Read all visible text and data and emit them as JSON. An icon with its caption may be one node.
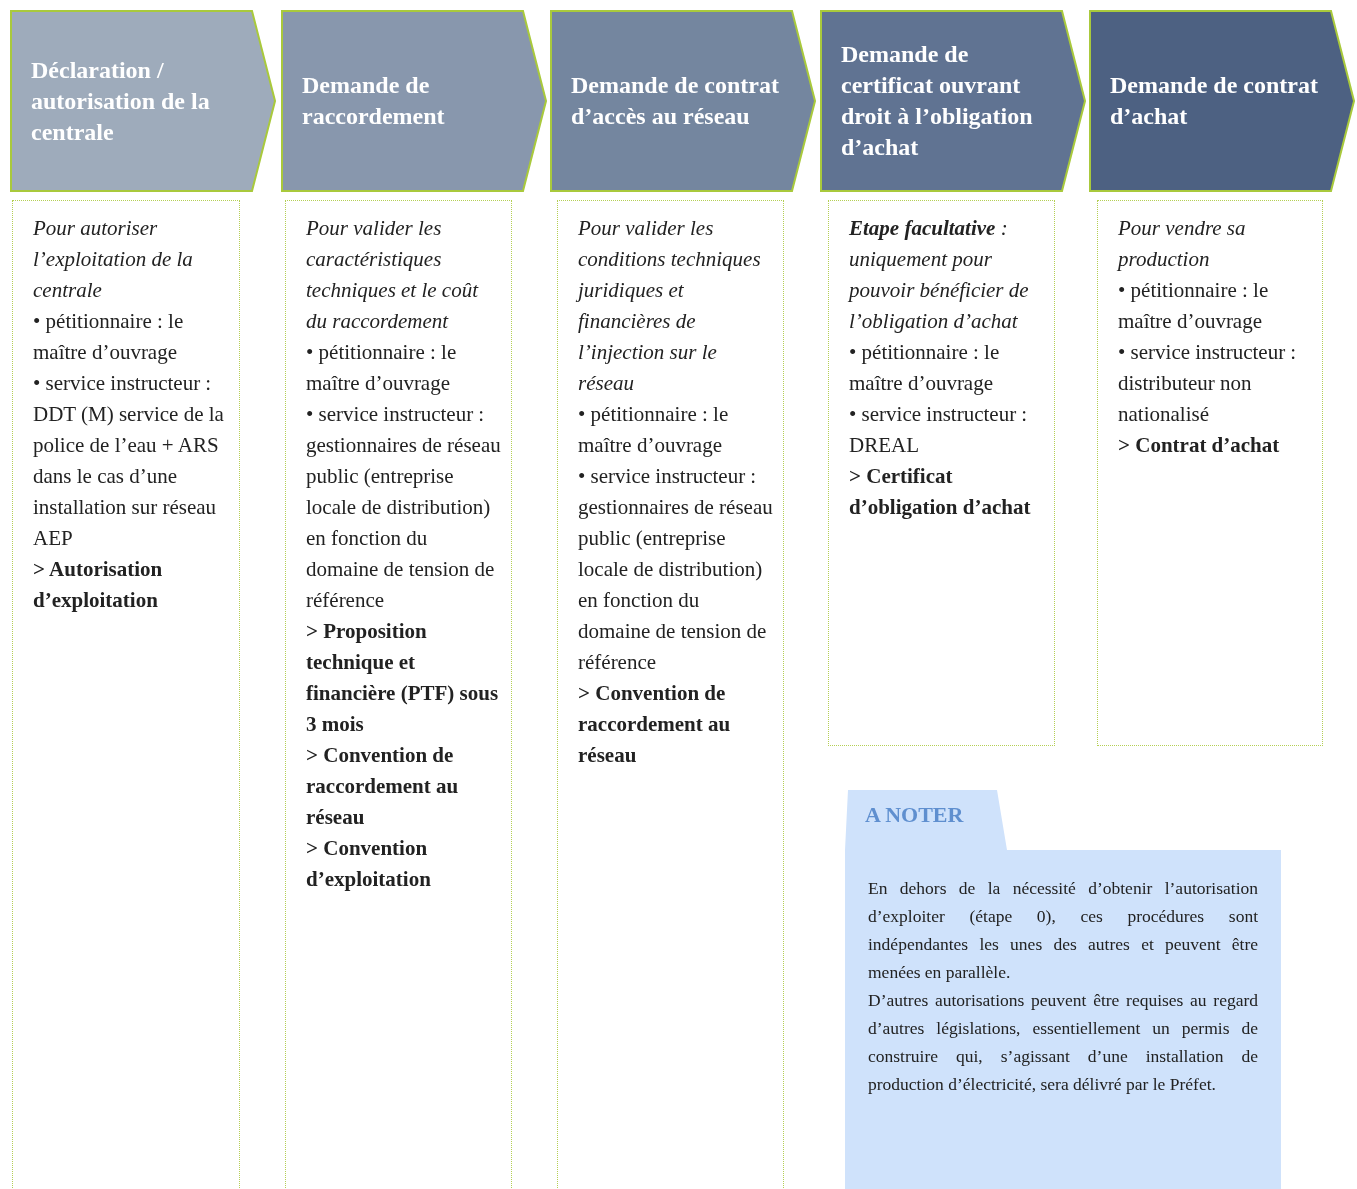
{
  "diagram": {
    "nodes": [
      {
        "text": [
          "Déclaration / autorisation de la centrale"
        ]
      },
      {
        "text": [
          "Demande de raccordement"
        ]
      },
      {
        "text": [
          "Demande de contrat d’accès au réseau"
        ]
      },
      {
        "text": [
          "Demande de certificat ouvrant droit à l’obligation d’achat"
        ]
      },
      {
        "text": [
          "Demande de contrat d’achat"
        ]
      },
      {
        "text": [
          "Pour autoriser l’exploitation de la centrale",
          "• pétitionnaire : le maître d’ouvrage",
          "• service instructeur : DDT (M) service de la police de l’eau + ARS dans le cas d’une installation sur réseau AEP",
          "> Autorisation d’exploitation"
        ]
      },
      {
        "text": [
          "Pour valider les caractéristiques techniques et le coût du raccordement",
          "• pétitionnaire : le maître d’ouvrage",
          "• service instructeur : gestionnaires de réseau public (entreprise locale de distribution) en fonction du domaine de tension de référence",
          "> Proposition technique et financière (PTF) sous 3 mois",
          "> Convention de raccordement au réseau",
          "> Convention d’exploitation"
        ]
      },
      {
        "text": [
          "Pour valider les conditions techniques juridiques et financières de l’injection sur le réseau",
          "• pétitionnaire : le maître d’ouvrage",
          "• service instructeur : gestionnaires de réseau public (entreprise locale de distribution) en fonction du domaine de tension de référence",
          "> Convention de raccordement au réseau"
        ]
      },
      {
        "text": [
          "**Etape facultative** : uniquement pour pouvoir bénéficier de l’obligation d’achat",
          "• pétitionnaire : le maître d’ouvrage",
          "• service instructeur : DREAL",
          "> Certificat d’obligation d’achat"
        ]
      },
      {
        "text": [
          "Pour vendre sa production",
          "• pétitionnaire : le maître d’ouvrage",
          "• service instructeur : distributeur non nationalisé",
          "> Contrat d’achat"
        ]
      },
      {
        "text": [
          "A NOTER",
          "En dehors de la nécessité d’obtenir l’autorisation d’exploiter (étape 0), ces procédures sont indépendantes les unes des autres et peuvent être menées en parallèle.",
          "D’autres autorisations peuvent être requises au regard d’autres législations, essentiellement un permis de construire qui, s’agissant d’une installation de production d’électricité, sera délivré par le Préfet."
        ]
      }
    ],
    "edges": []
  }
}
